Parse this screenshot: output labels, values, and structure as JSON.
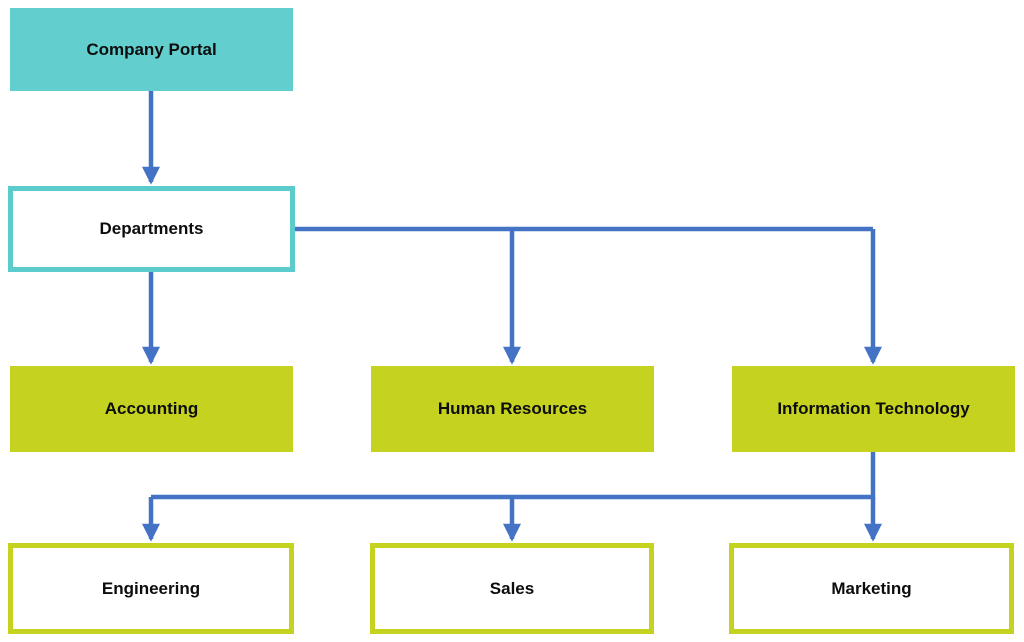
{
  "diagram": {
    "nodes": {
      "root": {
        "label": "Company Portal"
      },
      "hub": {
        "label": "Departments"
      },
      "accounting": {
        "label": "Accounting"
      },
      "hr": {
        "label": "Human Resources"
      },
      "it": {
        "label": "Information Technology"
      },
      "engineering": {
        "label": "Engineering"
      },
      "sales": {
        "label": "Sales"
      },
      "marketing": {
        "label": "Marketing"
      }
    },
    "edges": [
      {
        "from": "Company Portal",
        "to": "Departments"
      },
      {
        "from": "Departments",
        "to": "Accounting"
      },
      {
        "from": "Departments",
        "to": "Human Resources"
      },
      {
        "from": "Departments",
        "to": "Information Technology"
      },
      {
        "from": "Information Technology",
        "to": "Engineering"
      },
      {
        "from": "Information Technology",
        "to": "Sales"
      },
      {
        "from": "Information Technology",
        "to": "Marketing"
      }
    ]
  },
  "colors": {
    "node_fill_teal": "#63CECE",
    "node_fill_green": "#C5D21F",
    "outline_teal": "#5BCBCB",
    "outline_green": "#C5D21F",
    "connector_blue": "#4472C4",
    "text": "#0d0d0d"
  }
}
